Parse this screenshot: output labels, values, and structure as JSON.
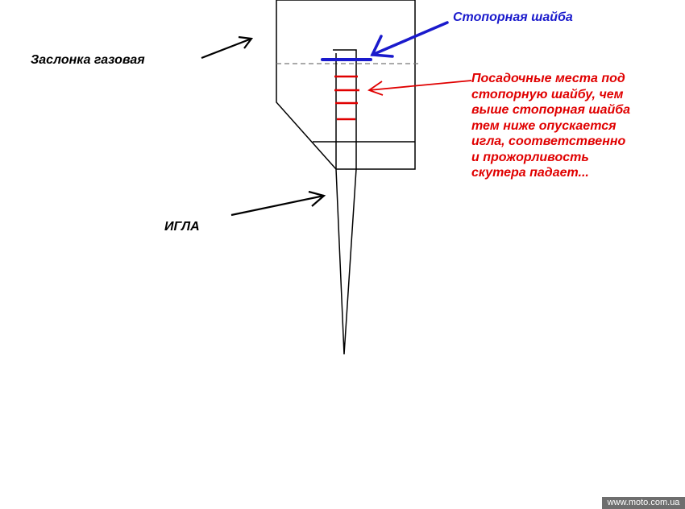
{
  "labels": {
    "throttle_valve": "Заслонка газовая",
    "needle": "ИГЛА",
    "lock_washer": "Стопорная шайба",
    "seats_note": "Посадочные места под\nстопорную шайбу, чем\nвыше стопорная шайба\nтем ниже опускается\nигла, соответственно\nи прожорливость\nскутера падает..."
  },
  "watermark": "www.moto.com.ua",
  "colors": {
    "washer": "#1a1acc",
    "seats": "#e00000",
    "outline": "#000000"
  }
}
